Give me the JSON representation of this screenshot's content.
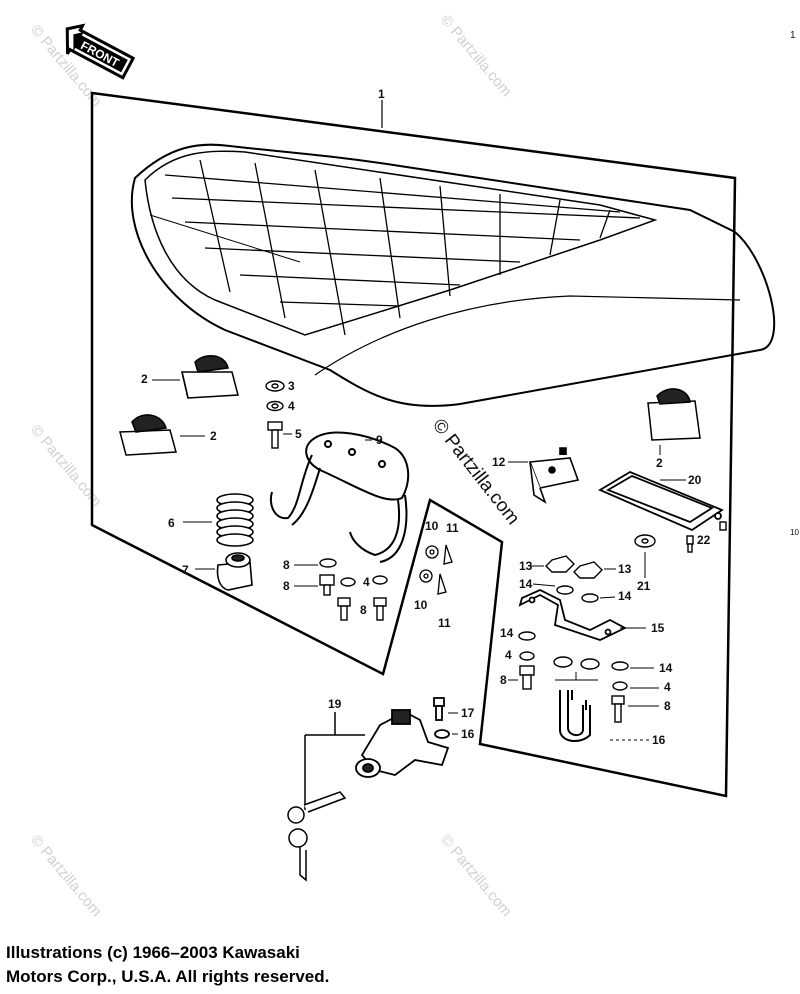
{
  "front_label": "FRONT",
  "watermark_main": "© Partzilla.com",
  "watermark_faint": "© Partzilla.com",
  "copyright_line1": "Illustrations (c) 1966–2003 Kawasaki",
  "copyright_line2": "Motors Corp., U.S.A.  All rights reserved.",
  "edge_marks": [
    "1",
    "10"
  ],
  "callouts": {
    "c1": "1",
    "c2a": "2",
    "c2b": "2",
    "c2c": "2",
    "c3": "3",
    "c4a": "4",
    "c4b": "4",
    "c4c": "4",
    "c4d": "4",
    "c5": "5",
    "c6": "6",
    "c7": "7",
    "c8a": "8",
    "c8b": "8",
    "c8c": "8",
    "c8d": "8",
    "c8e": "8",
    "c9": "9",
    "c10a": "10",
    "c10b": "10",
    "c11a": "11",
    "c11b": "11",
    "c12": "12",
    "c13a": "13",
    "c13b": "13",
    "c14a": "14",
    "c14b": "14",
    "c14c": "14",
    "c14d": "14",
    "c15": "15",
    "c16a": "16",
    "c16b": "16",
    "c17": "17",
    "c19": "19",
    "c20": "20",
    "c21": "21",
    "c22": "22"
  }
}
